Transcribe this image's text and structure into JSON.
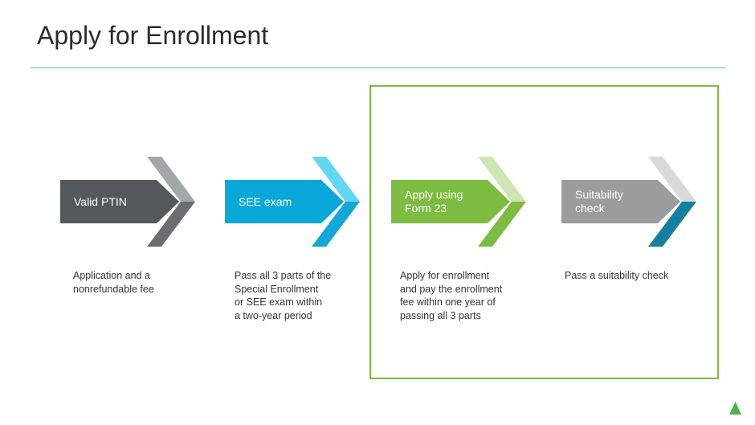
{
  "slide": {
    "title": "Apply for Enrollment"
  },
  "steps": [
    {
      "label": "Valid PTIN",
      "description": "Application and a\nnonrefundable fee",
      "colors": {
        "main": "#55595c",
        "chev_top": "#a3a6aa",
        "chev_bottom": "#6a6e72"
      }
    },
    {
      "label": "SEE exam",
      "description": "Pass all 3 parts of the\nSpecial Enrollment\nor SEE exam within\na two-year period",
      "colors": {
        "main": "#0aa8d8",
        "chev_top": "#62d6f2",
        "chev_bottom": "#15a6d8"
      }
    },
    {
      "label": "Apply using\nForm 23",
      "description": "Apply for enrollment\nand pay the enrollment\nfee within one year of\npassing all 3 parts",
      "colors": {
        "main": "#7dbb43",
        "chev_top": "#cde6b4",
        "chev_bottom": "#7dbb43"
      }
    },
    {
      "label": "Suitability\ncheck",
      "description": "Pass a suitability check",
      "colors": {
        "main": "#9c9c9c",
        "chev_top": "#d9d9d9",
        "chev_bottom": "#167fa0"
      }
    }
  ],
  "colors": {
    "accent_green": "#7dbb43",
    "rule_teal": "#5fb3c4",
    "corner_triangle": "#4cb34a"
  }
}
